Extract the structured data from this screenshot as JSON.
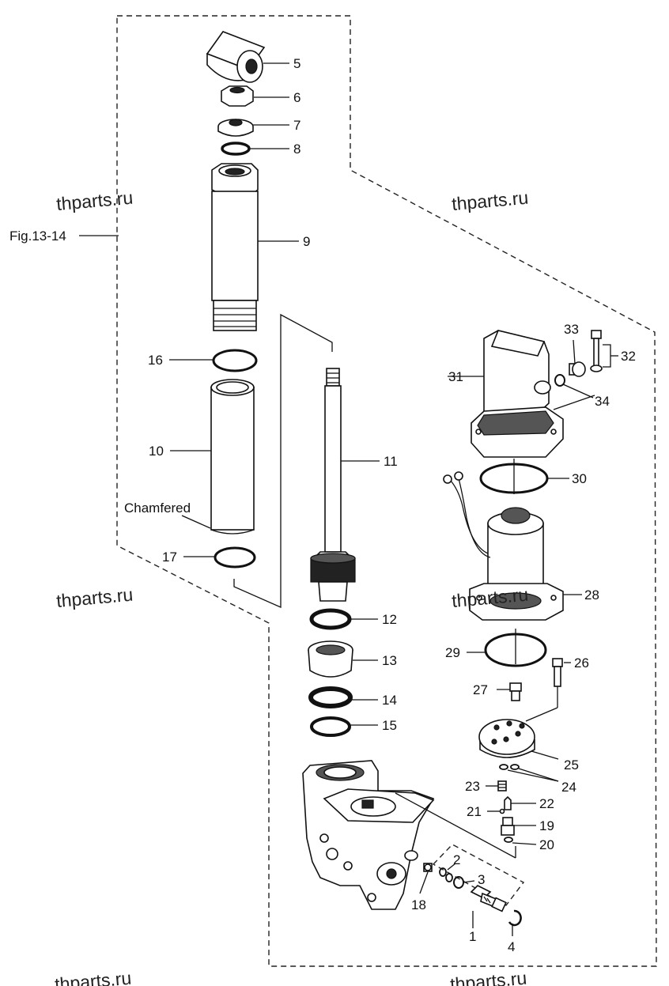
{
  "figure_ref": "Fig.13-14",
  "note_chamfered": "Chamfered",
  "watermark": "thparts.ru",
  "watermark_cut": "thparts.ru",
  "callouts": {
    "p1": "1",
    "p2": "2",
    "p3": "3",
    "p4": "4",
    "p5": "5",
    "p6": "6",
    "p7": "7",
    "p8": "8",
    "p9": "9",
    "p10": "10",
    "p11": "11",
    "p12": "12",
    "p13": "13",
    "p14": "14",
    "p15": "15",
    "p16": "16",
    "p17": "17",
    "p18": "18",
    "p19": "19",
    "p20": "20",
    "p21": "21",
    "p22": "22",
    "p23": "23",
    "p24": "24",
    "p25": "25",
    "p26": "26",
    "p27": "27",
    "p28": "28",
    "p29": "29",
    "p30": "30",
    "p31": "31",
    "p32": "32",
    "p33": "33",
    "p34": "34"
  }
}
